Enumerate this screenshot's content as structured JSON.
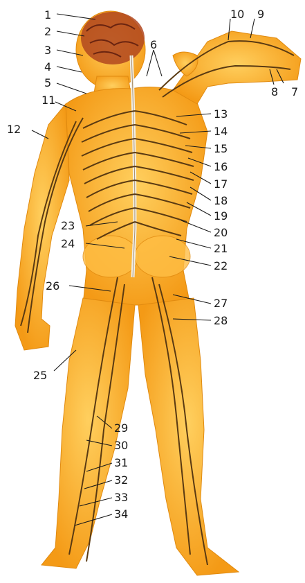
{
  "figure": {
    "labels": [
      {
        "num": "1"
      },
      {
        "num": "2"
      },
      {
        "num": "3"
      },
      {
        "num": "4"
      },
      {
        "num": "5"
      },
      {
        "num": "6"
      },
      {
        "num": "7"
      },
      {
        "num": "8"
      },
      {
        "num": "9"
      },
      {
        "num": "10"
      },
      {
        "num": "11"
      },
      {
        "num": "12"
      },
      {
        "num": "13"
      },
      {
        "num": "14"
      },
      {
        "num": "15"
      },
      {
        "num": "16"
      },
      {
        "num": "17"
      },
      {
        "num": "18"
      },
      {
        "num": "19"
      },
      {
        "num": "20"
      },
      {
        "num": "21"
      },
      {
        "num": "22"
      },
      {
        "num": "23"
      },
      {
        "num": "24"
      },
      {
        "num": "25"
      },
      {
        "num": "26"
      },
      {
        "num": "27"
      },
      {
        "num": "28"
      },
      {
        "num": "29"
      },
      {
        "num": "30"
      },
      {
        "num": "31"
      },
      {
        "num": "32"
      },
      {
        "num": "33"
      },
      {
        "num": "34"
      }
    ],
    "colors": {
      "body": "#f7a21e",
      "body_light": "#ffc552",
      "nerve": "#5a3a12",
      "brain": "#b0461e",
      "spine": "#f2efe6"
    }
  }
}
